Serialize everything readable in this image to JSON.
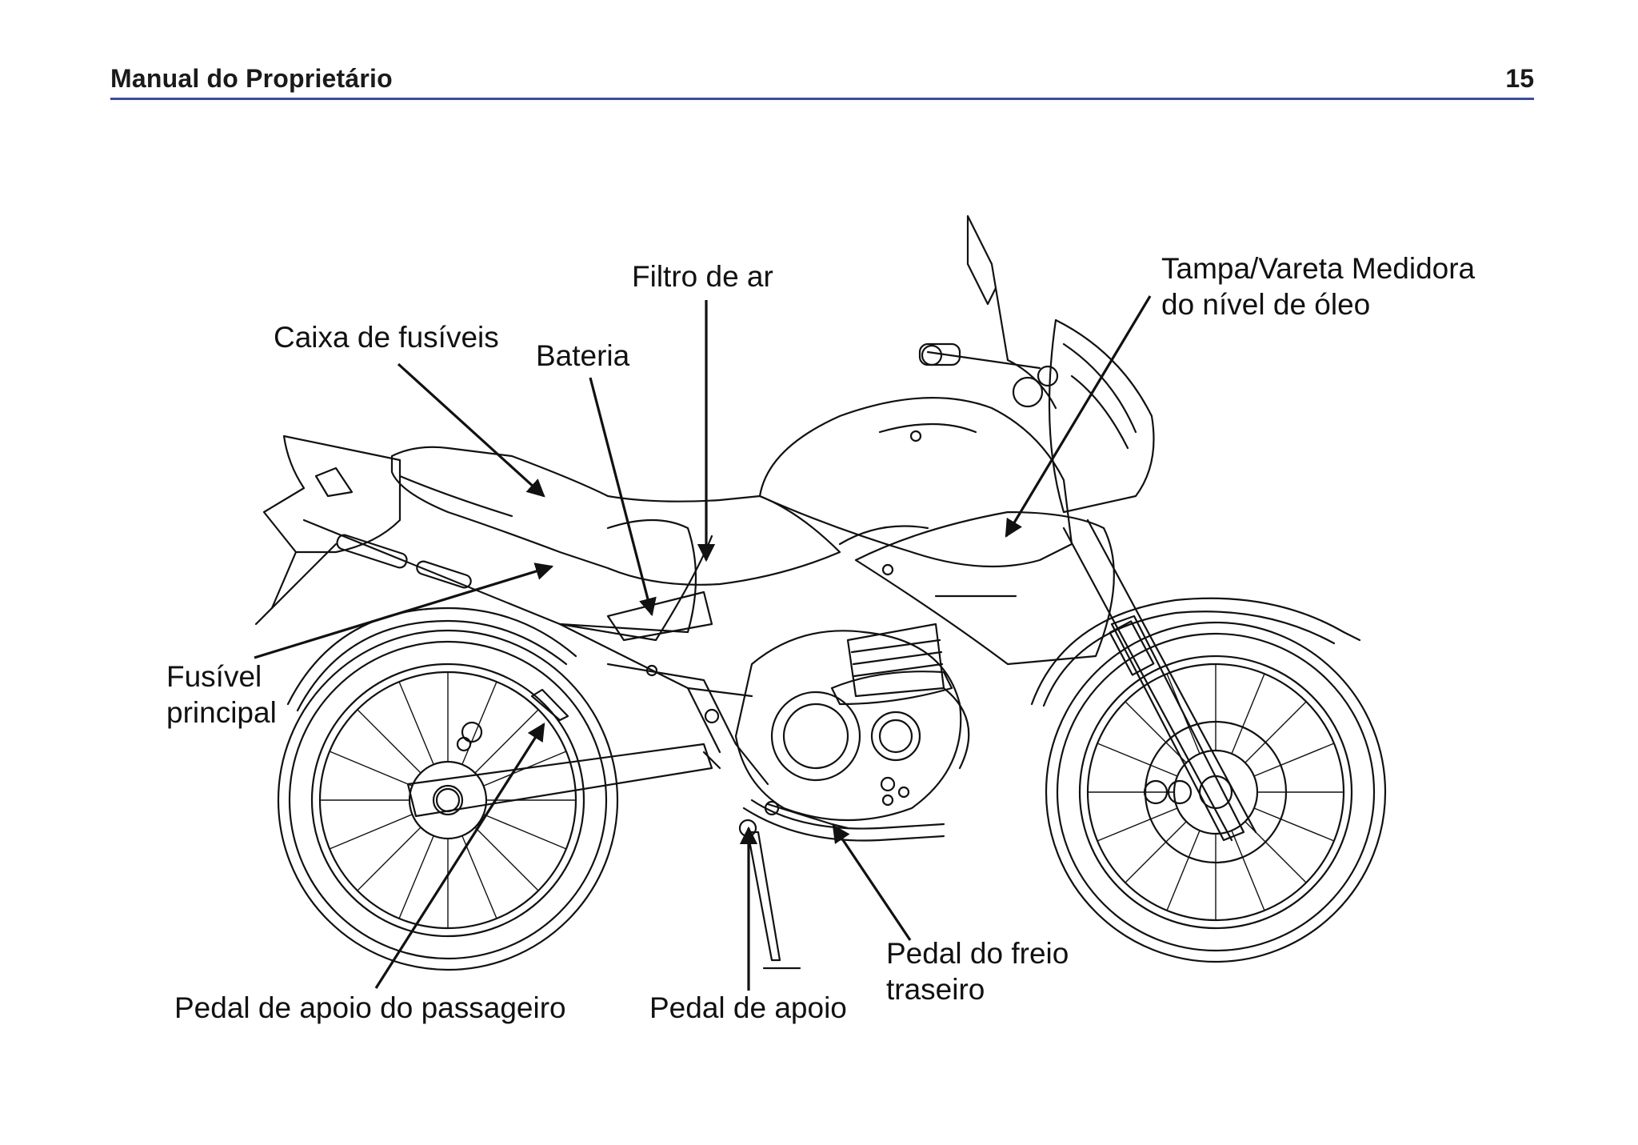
{
  "header": {
    "title": "Manual do Proprietário",
    "page_number": "15"
  },
  "callouts": {
    "filtro_de_ar": "Filtro de ar",
    "caixa_de_fusiveis": "Caixa de fusíveis",
    "bateria": "Bateria",
    "tampa_vareta": [
      "Tampa/Vareta  Medidora",
      "do nível de óleo"
    ],
    "fusivel_principal": [
      "Fusível",
      "principal"
    ],
    "pedal_apoio_passageiro": "Pedal de apoio do passageiro",
    "pedal_de_apoio": "Pedal de apoio",
    "pedal_freio_traseiro": [
      "Pedal do freio",
      "traseiro"
    ]
  }
}
